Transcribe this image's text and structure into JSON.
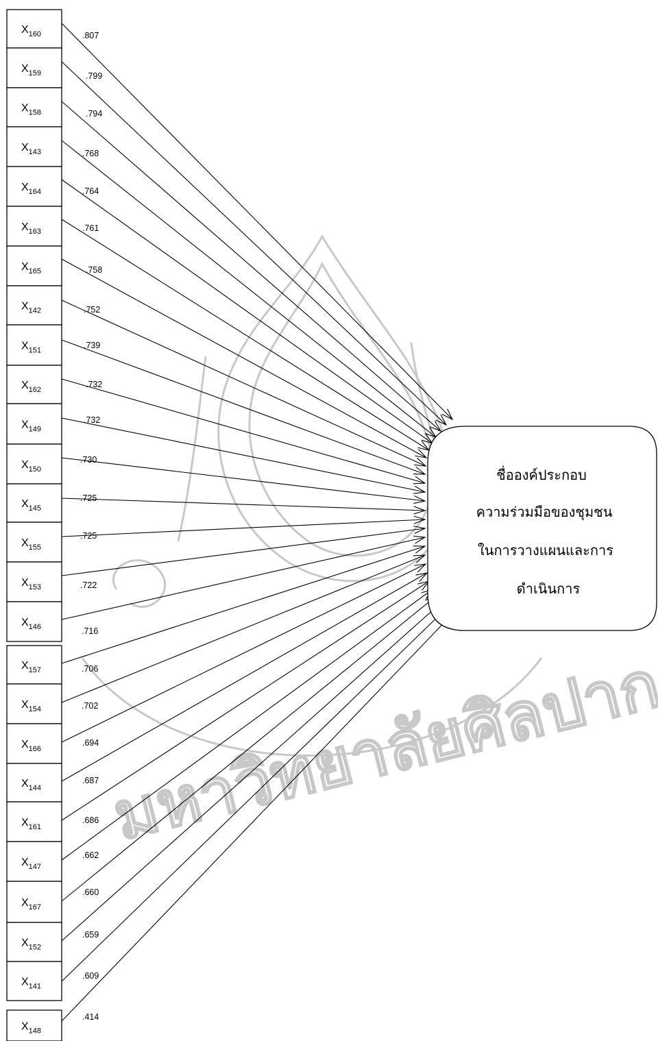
{
  "factor": {
    "name_lines": [
      "ชื่อองค์ประกอบ",
      "ความร่วมมือของชุมชน",
      "ในการวางแผนและการ",
      "ดำเนินการ"
    ]
  },
  "indicators": [
    {
      "base": "X",
      "sub": "160",
      "loading": ".807"
    },
    {
      "base": "X",
      "sub": "159",
      "loading": ".799"
    },
    {
      "base": "X",
      "sub": "158",
      "loading": ".794"
    },
    {
      "base": "X",
      "sub": "143",
      "loading": ".768"
    },
    {
      "base": "X",
      "sub": "164",
      "loading": ".764"
    },
    {
      "base": "X",
      "sub": "163",
      "loading": ".761"
    },
    {
      "base": "X",
      "sub": "165",
      "loading": ".758"
    },
    {
      "base": "X",
      "sub": "142",
      "loading": ".752"
    },
    {
      "base": "X",
      "sub": "151",
      "loading": ".739"
    },
    {
      "base": "X",
      "sub": "162",
      "loading": ".732"
    },
    {
      "base": "X",
      "sub": "149",
      "loading": ".732"
    },
    {
      "base": "X",
      "sub": "150",
      "loading": ".730"
    },
    {
      "base": "X",
      "sub": "145",
      "loading": ".725"
    },
    {
      "base": "X",
      "sub": "155",
      "loading": ".725"
    },
    {
      "base": "X",
      "sub": "153",
      "loading": ".722"
    },
    {
      "base": "X",
      "sub": "146",
      "loading": ".716"
    },
    {
      "base": "X",
      "sub": "157",
      "loading": ".706"
    },
    {
      "base": "X",
      "sub": "154",
      "loading": ".702"
    },
    {
      "base": "X",
      "sub": "166",
      "loading": ".694"
    },
    {
      "base": "X",
      "sub": "144",
      "loading": ".687"
    },
    {
      "base": "X",
      "sub": "161",
      "loading": ".686"
    },
    {
      "base": "X",
      "sub": "147",
      "loading": ".662"
    },
    {
      "base": "X",
      "sub": "167",
      "loading": ".660"
    },
    {
      "base": "X",
      "sub": "152",
      "loading": ".659"
    },
    {
      "base": "X",
      "sub": "141",
      "loading": ".609"
    },
    {
      "base": "X",
      "sub": "148",
      "loading": ".414"
    }
  ],
  "watermark": {
    "text": "มหาวิทยาลัยศิลปากร",
    "color": "#c8c8c8"
  }
}
